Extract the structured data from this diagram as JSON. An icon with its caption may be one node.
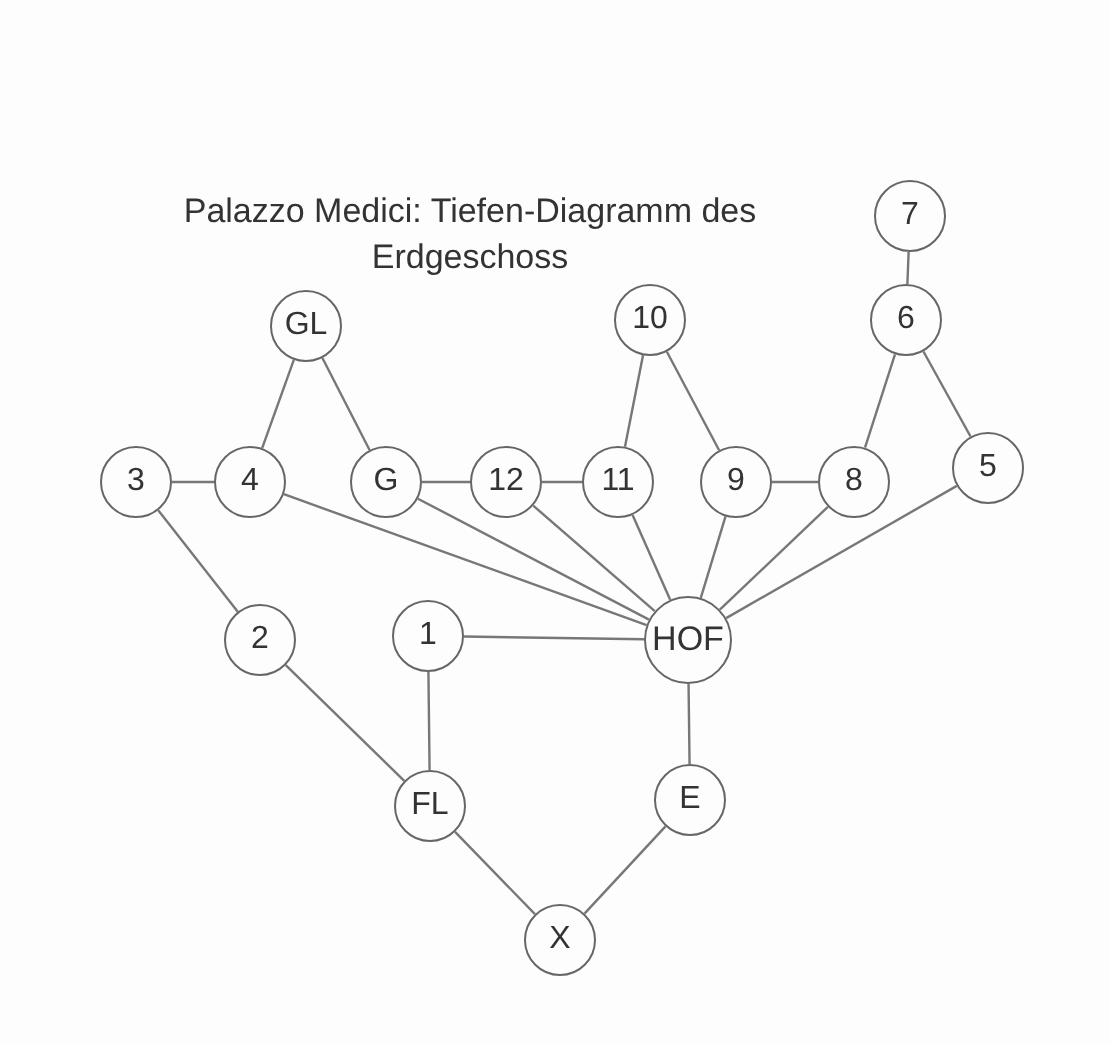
{
  "diagram": {
    "title": "Palazzo Medici: Tiefen-Diagramm des Erdgeschoss",
    "nodes": [
      {
        "text": [
          "7"
        ]
      },
      {
        "text": [
          "6"
        ]
      },
      {
        "text": [
          "GL"
        ]
      },
      {
        "text": [
          "10"
        ]
      },
      {
        "text": [
          "3"
        ]
      },
      {
        "text": [
          "4"
        ]
      },
      {
        "text": [
          "G"
        ]
      },
      {
        "text": [
          "12"
        ]
      },
      {
        "text": [
          "11"
        ]
      },
      {
        "text": [
          "9"
        ]
      },
      {
        "text": [
          "8"
        ]
      },
      {
        "text": [
          "5"
        ]
      },
      {
        "text": [
          "2"
        ]
      },
      {
        "text": [
          "1"
        ]
      },
      {
        "text": [
          "HOF"
        ]
      },
      {
        "text": [
          "FL"
        ]
      },
      {
        "text": [
          "E"
        ]
      },
      {
        "text": [
          "X"
        ]
      }
    ],
    "edges": [
      {
        "from": 0,
        "to": 1,
        "arrow": "none"
      },
      {
        "from": 1,
        "to": 10,
        "arrow": "none"
      },
      {
        "from": 1,
        "to": 11,
        "arrow": "none"
      },
      {
        "from": 2,
        "to": 5,
        "arrow": "none"
      },
      {
        "from": 2,
        "to": 6,
        "arrow": "none"
      },
      {
        "from": 3,
        "to": 8,
        "arrow": "none"
      },
      {
        "from": 3,
        "to": 9,
        "arrow": "none"
      },
      {
        "from": 4,
        "to": 5,
        "arrow": "none"
      },
      {
        "from": 4,
        "to": 12,
        "arrow": "none"
      },
      {
        "from": 5,
        "to": 14,
        "arrow": "none"
      },
      {
        "from": 6,
        "to": 7,
        "arrow": "none"
      },
      {
        "from": 7,
        "to": 8,
        "arrow": "none"
      },
      {
        "from": 6,
        "to": 14,
        "arrow": "none"
      },
      {
        "from": 7,
        "to": 14,
        "arrow": "none"
      },
      {
        "from": 8,
        "to": 14,
        "arrow": "none"
      },
      {
        "from": 9,
        "to": 14,
        "arrow": "none"
      },
      {
        "from": 9,
        "to": 10,
        "arrow": "none"
      },
      {
        "from": 10,
        "to": 14,
        "arrow": "none"
      },
      {
        "from": 11,
        "to": 14,
        "arrow": "none"
      },
      {
        "from": 13,
        "to": 14,
        "arrow": "none"
      },
      {
        "from": 13,
        "to": 15,
        "arrow": "none"
      },
      {
        "from": 12,
        "to": 15,
        "arrow": "none"
      },
      {
        "from": 14,
        "to": 16,
        "arrow": "none"
      },
      {
        "from": 16,
        "to": 17,
        "arrow": "none"
      },
      {
        "from": 15,
        "to": 17,
        "arrow": "none"
      }
    ]
  }
}
